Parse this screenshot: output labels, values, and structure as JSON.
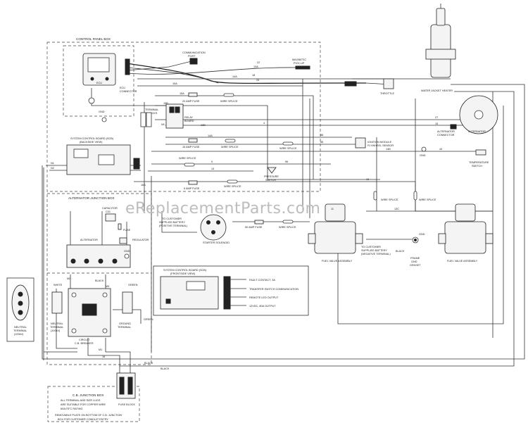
{
  "watermark": "eReplacementParts.com",
  "boxes": {
    "control_panel": "CONTROL PANEL BOX",
    "alternator_junction": "ALTERNATOR JUNCTION BOX",
    "cb_junction": "C.B. JUNCTION BOX",
    "cb_junction_note": [
      "ALL TERMINAL AND SIZE LUGS",
      "ARE SUITABLE FOR COPPER WIRE",
      "60A/75°C RATING"
    ],
    "removable_plate": [
      "REMOVABLE PLATE ON BOTTOM OF C.B. JUNCTION",
      "BOX FOR CUSTOMER CONDUIT ENTRY"
    ],
    "scb_front_title": "SYSTEM CONTROL BOARD (SCB)",
    "scb_front_sub": "(FRONTSIDE VIEW)"
  },
  "components": {
    "communication_port": [
      "COMMUNICATION",
      "PORT"
    ],
    "ecu_connector": [
      "ECU",
      "CONNECTOR"
    ],
    "ecu": "ECU",
    "magnetic_pickup": [
      "MAGNETIC",
      "PICK-UP"
    ],
    "throttle": "THROTTLE",
    "water_jacket_heater": "WATER JACKET HEATER",
    "gnd": "GND",
    "terminal_blocks": [
      "TERMINAL",
      "BLOCKS"
    ],
    "fuse_20a": "20 AMP FUSE",
    "wire_splice": "WIRE SPLICE",
    "relay_board": [
      "RELAY",
      "BOARD"
    ],
    "fuse_15a": "15 AMP FUSE",
    "ignition_module": [
      "IGNITION MODULE",
      "FLYWHEEL SENSOR"
    ],
    "alternator": "ALTERNATOR",
    "alternator_connector": [
      "ALTERNATOR",
      "CONNECTOR"
    ],
    "temperature_switch": [
      "TEMPERATURE",
      "SWITCH"
    ],
    "scb_back_title": "SYSTEM CONTROL BOARD (SCB)",
    "scb_back_sub": "(BACKSIDE VIEW)",
    "pressure_switch": [
      "PRESSURE",
      "SWITCH"
    ],
    "fuse_5a": "5 AMP FUSE",
    "fuse_50a": "50 AMP FUSE",
    "to_customer_positive": [
      "TO CUSTOMER",
      "SUPPLIED BATTERY",
      "(POSITIVE TERMINAL)"
    ],
    "to_customer_negative": [
      "TO CUSTOMER",
      "SUPPLIED BATTERY",
      "(NEGATIVE TERMINAL)"
    ],
    "starter_solenoid": "STARTER SOLENOID",
    "capacitor": [
      "CAPACITOR",
      "C01"
    ],
    "fuse": "FUSE",
    "alternator_inner": "ALTERNATOR",
    "regulator": "REGULATOR",
    "fuel_valve_assembly_1": "FUEL VALVE ASSEMBLY",
    "fuel_valve_assembly_2": "FUEL VALVE ASSEMBLY",
    "frame_gnd": [
      "FRAME",
      "GND"
    ],
    "genset": "GENSET",
    "neutral_terminal_left": [
      "NEUTRAL",
      "TERMINAL",
      "(100kV)"
    ],
    "neutral_terminal": [
      "NEUTRAL",
      "TERMINAL",
      "(100kV)"
    ],
    "ground_terminal": [
      "GROUND",
      "TERMINAL"
    ],
    "circuit_breaker": [
      "CIRCUIT",
      "C.B. BREAKER"
    ],
    "fuse_block": "FUSE BLOCK",
    "fault_contact": "FAULT CONTACT, 3A",
    "transfer_switch": "TRANSFER SWITCH COMMUNICATION",
    "remote_led": "REMOTE LED OUTPUT",
    "vdc_output": "12VDC, 80A OUTPUT"
  },
  "wire_colors": {
    "white": "WHITE",
    "black": "BLACK",
    "green": "GREEN",
    "black_a": "BLACK",
    "black_b": "BLACK",
    "black_c": "BLACK",
    "green_b": "GREEN"
  },
  "wire_codes": {
    "w14a_1": "14A",
    "w15a": "15A",
    "w18": "18",
    "w13a": "13A",
    "w22": "22",
    "w23": "23",
    "w14a_2": "14A",
    "w15a_2": "15A",
    "w0a": "0A",
    "w4": "4",
    "w13b": "13B",
    "w15b": "15B",
    "w86": "86",
    "w85": "85",
    "w14b": "14B",
    "w13": "13",
    "w14": "14",
    "w0": "0",
    "w56": "56",
    "w11": "11",
    "w13c": "13C",
    "w27": "27",
    "w15": "15",
    "w44": "44",
    "wn1": "N1",
    "wn2": "N2",
    "wm2": "M2",
    "wm1": "M1",
    "wm3": "M3",
    "w16": "16",
    "w16a": "16A"
  },
  "colors": {
    "line": "#333333",
    "background": "#ffffff",
    "watermark": "#bdbdbd"
  }
}
